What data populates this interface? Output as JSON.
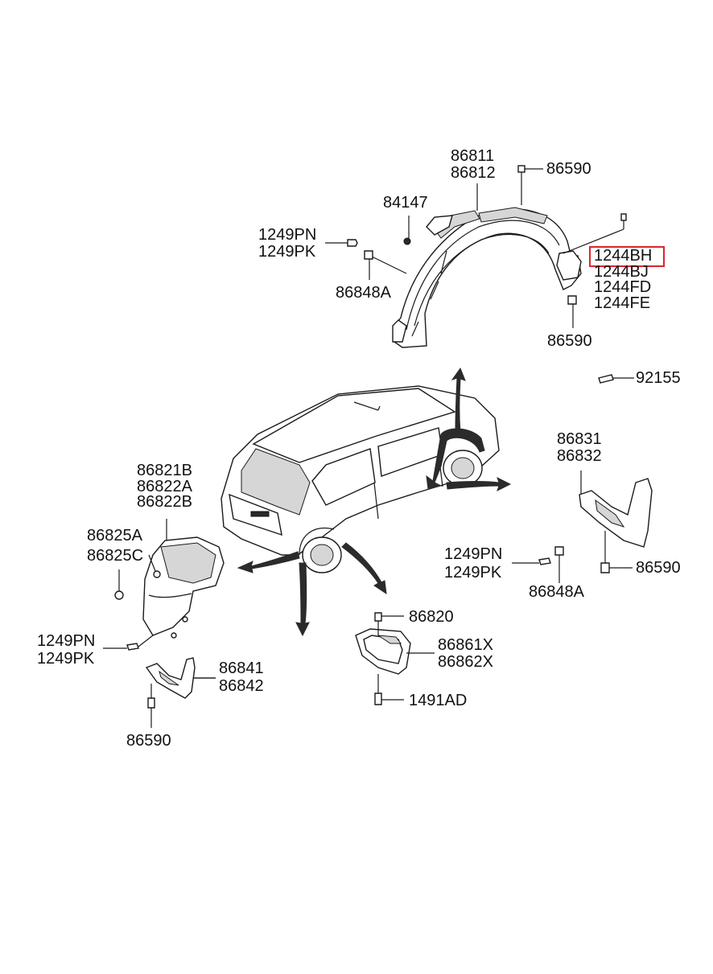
{
  "labels": {
    "p86811": "86811",
    "p86812": "86812",
    "p86590_top": "86590",
    "p84147": "84147",
    "p1249PN_top": "1249PN",
    "p1249PK_top": "1249PK",
    "p86848A_top": "86848A",
    "p1244BH": "1244BH",
    "p1244BJ": "1244BJ",
    "p1244FD": "1244FD",
    "p1244FE": "1244FE",
    "p86590_mid": "86590",
    "p92155": "92155",
    "p86831": "86831",
    "p86832": "86832",
    "p86821B": "86821B",
    "p86822A": "86822A",
    "p86822B": "86822B",
    "p86825A": "86825A",
    "p86825C": "86825C",
    "p1249PN_right": "1249PN",
    "p1249PK_right": "1249PK",
    "p86590_right": "86590",
    "p86848A_right": "86848A",
    "p1249PN_left": "1249PN",
    "p1249PK_left": "1249PK",
    "p86820": "86820",
    "p86861X": "86861X",
    "p86862X": "86862X",
    "p86841": "86841",
    "p86842": "86842",
    "p1491AD": "1491AD",
    "p86590_bottom": "86590"
  },
  "highlight": {
    "label": "1244BH",
    "color": "#d9262b"
  }
}
